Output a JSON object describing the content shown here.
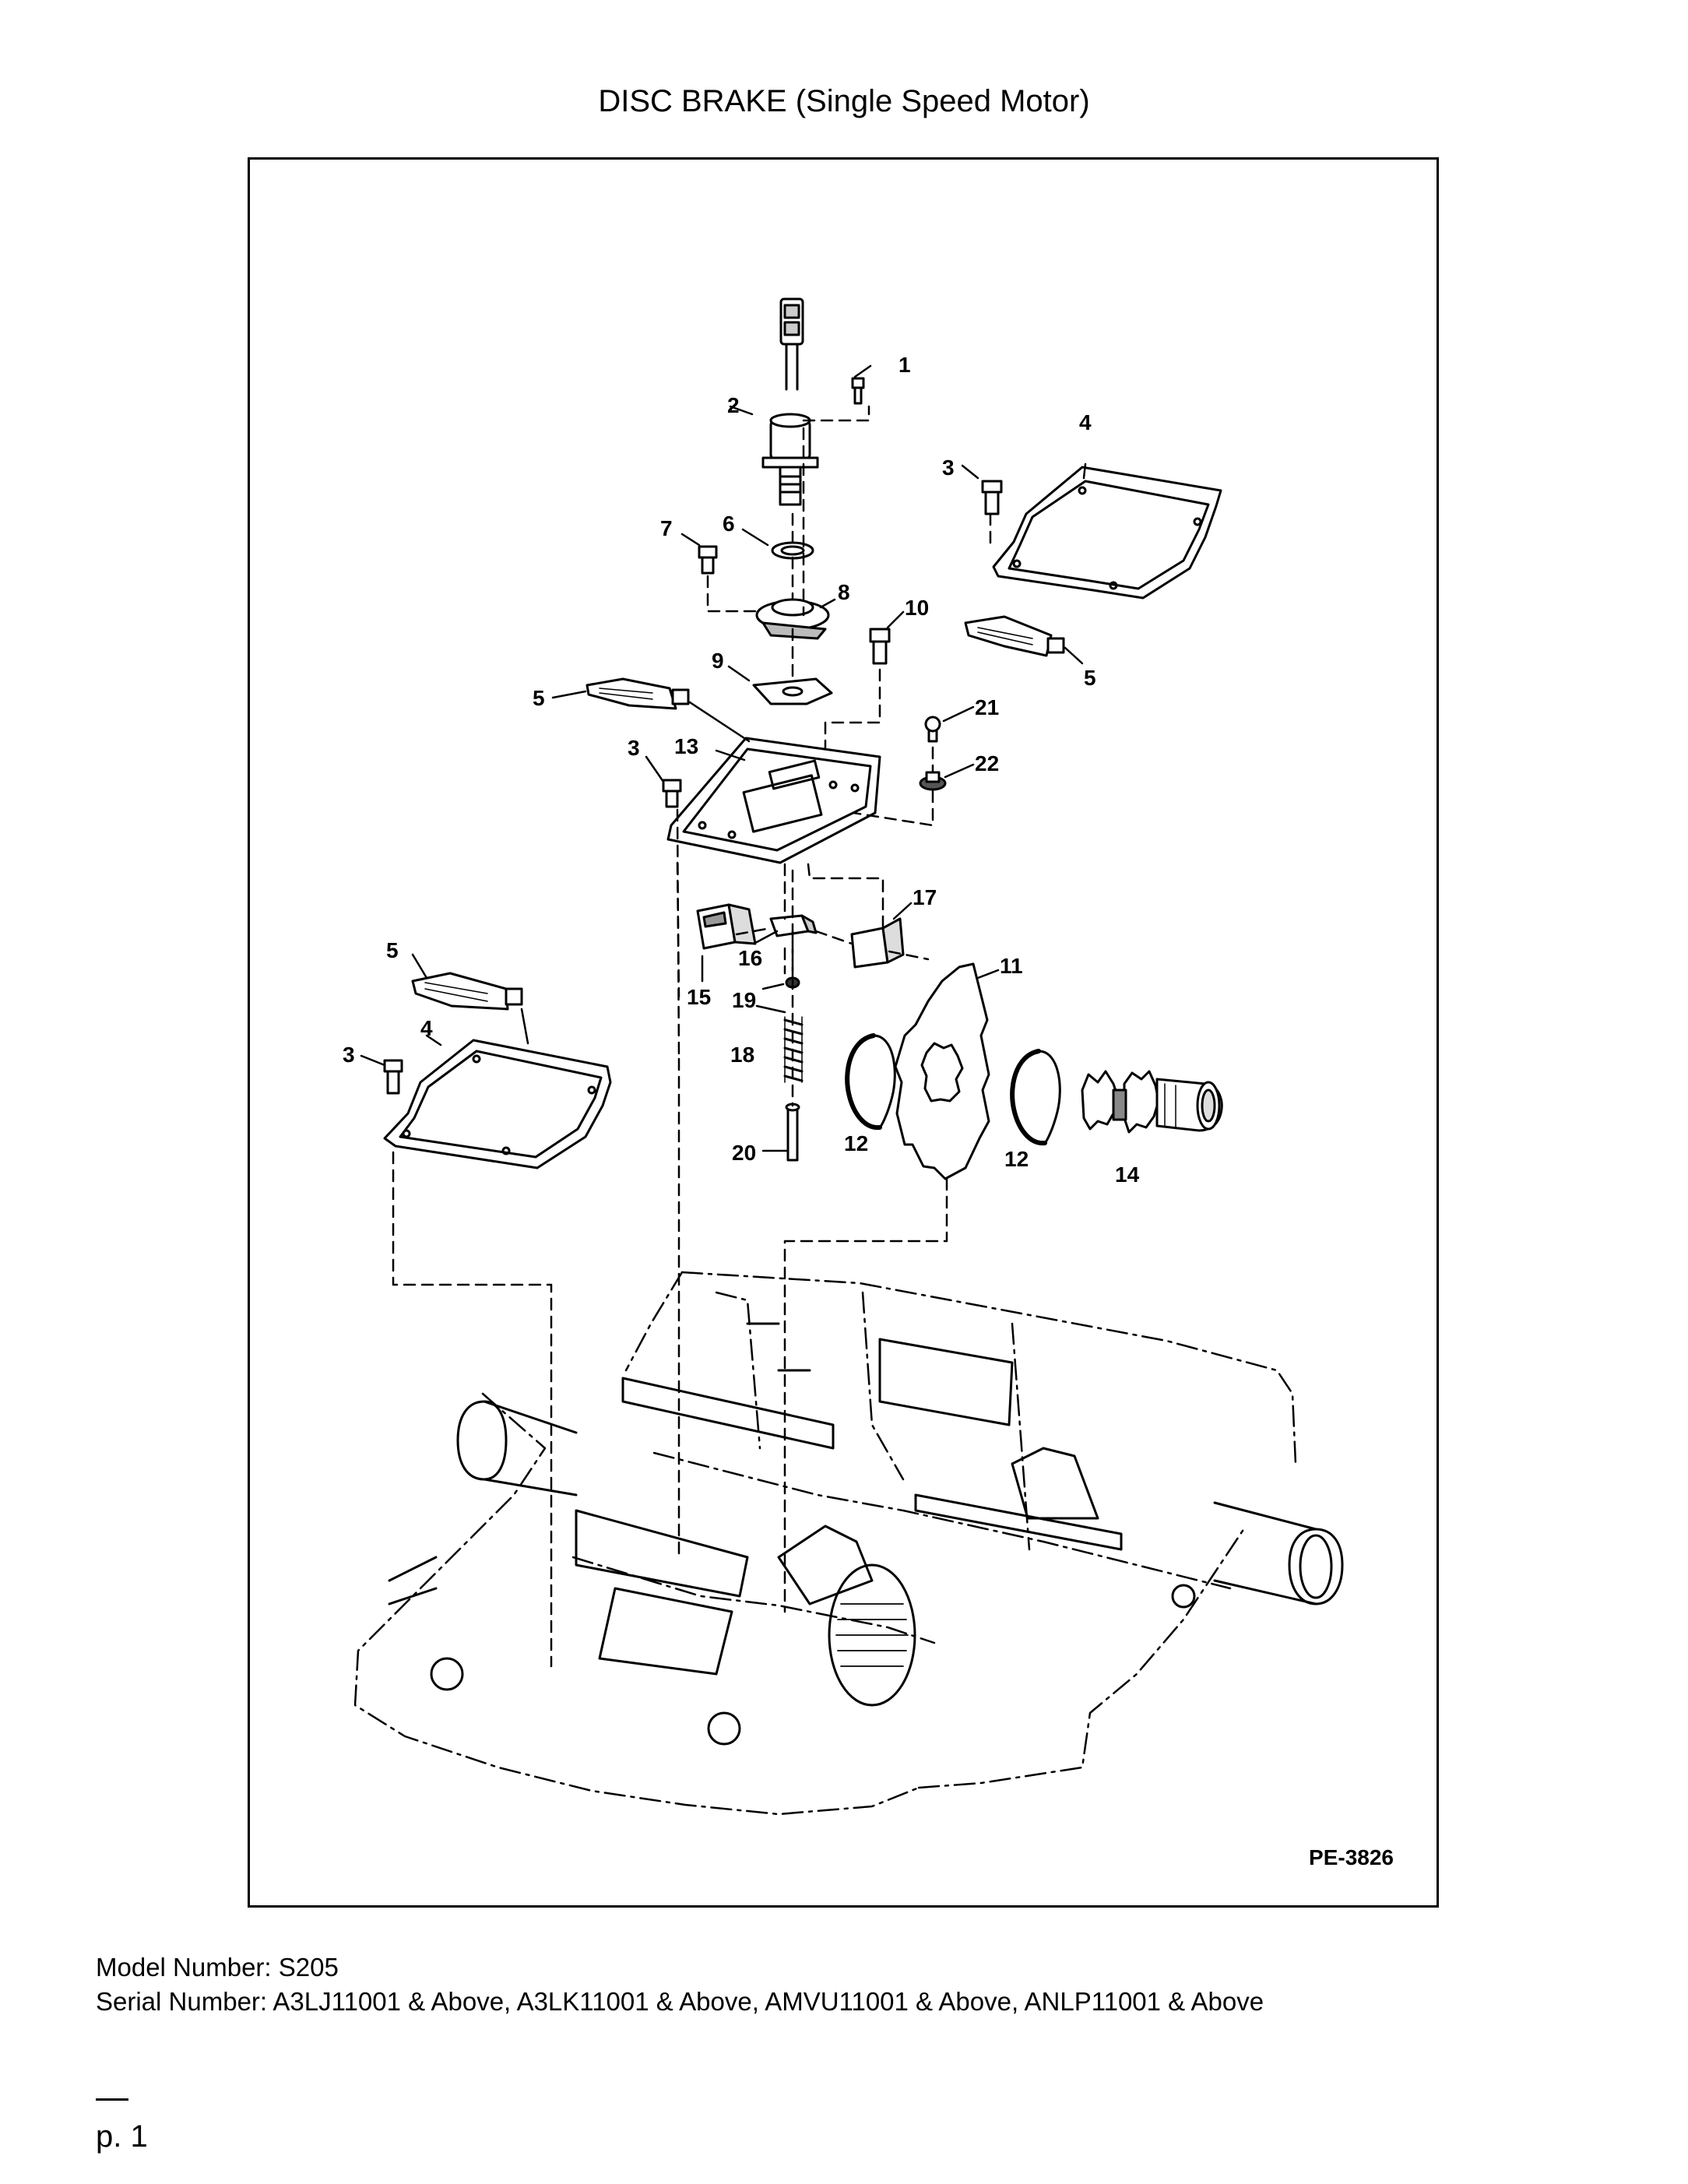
{
  "title": "DISC BRAKE (Single Speed Motor)",
  "figure_id": "PE-3826",
  "callouts": [
    {
      "id": "c1",
      "text": "1"
    },
    {
      "id": "c2",
      "text": "2"
    },
    {
      "id": "c3a",
      "text": "3"
    },
    {
      "id": "c3b",
      "text": "3"
    },
    {
      "id": "c3c",
      "text": "3"
    },
    {
      "id": "c4a",
      "text": "4"
    },
    {
      "id": "c4b",
      "text": "4"
    },
    {
      "id": "c5a",
      "text": "5"
    },
    {
      "id": "c5b",
      "text": "5"
    },
    {
      "id": "c5c",
      "text": "5"
    },
    {
      "id": "c6",
      "text": "6"
    },
    {
      "id": "c7",
      "text": "7"
    },
    {
      "id": "c8",
      "text": "8"
    },
    {
      "id": "c9",
      "text": "9"
    },
    {
      "id": "c10",
      "text": "10"
    },
    {
      "id": "c11",
      "text": "11"
    },
    {
      "id": "c12a",
      "text": "12"
    },
    {
      "id": "c12b",
      "text": "12"
    },
    {
      "id": "c13",
      "text": "13"
    },
    {
      "id": "c14",
      "text": "14"
    },
    {
      "id": "c15",
      "text": "15"
    },
    {
      "id": "c16",
      "text": "16"
    },
    {
      "id": "c17",
      "text": "17"
    },
    {
      "id": "c18",
      "text": "18"
    },
    {
      "id": "c19",
      "text": "19"
    },
    {
      "id": "c20",
      "text": "20"
    },
    {
      "id": "c21",
      "text": "21"
    },
    {
      "id": "c22",
      "text": "22"
    }
  ],
  "model_line": "Model Number: S205",
  "serial_line": "Serial Number: A3LJ11001 & Above, A3LK11001 & Above, AMVU11001 & Above, ANLP11001 & Above",
  "page_label": "p. 1"
}
